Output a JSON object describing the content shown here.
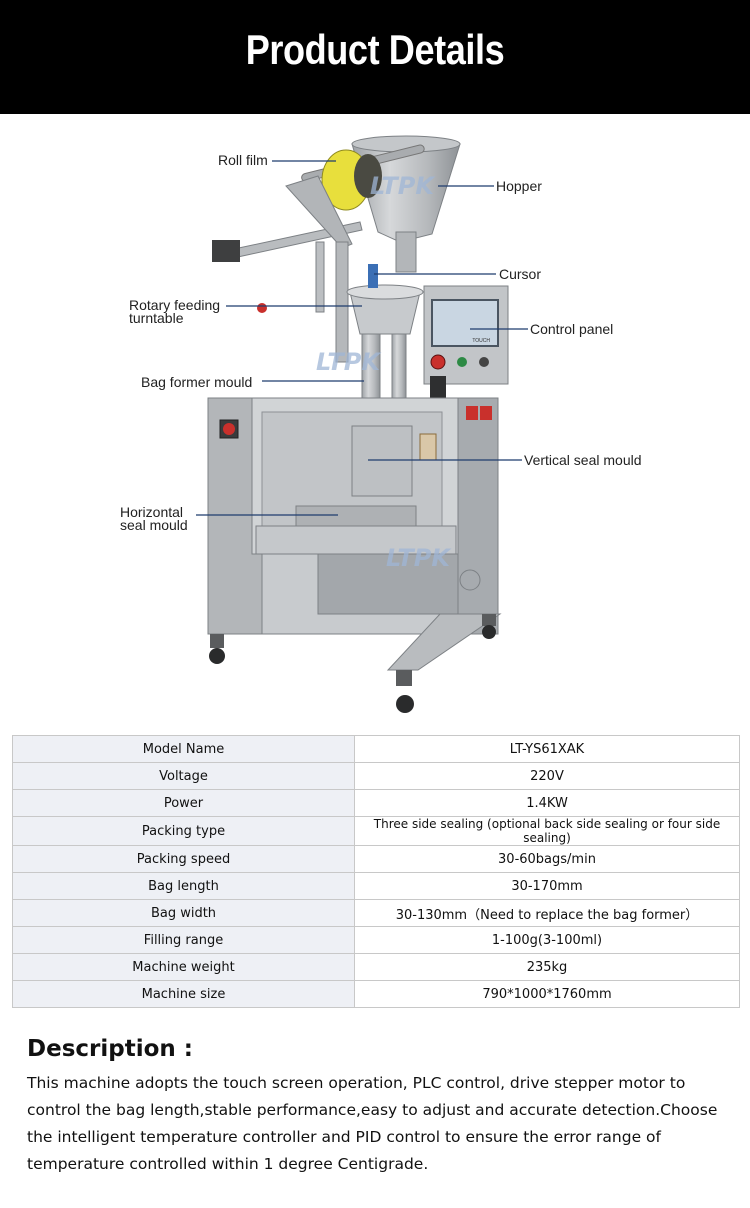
{
  "header": {
    "title": "Product Details"
  },
  "figure": {
    "watermark": "LTPK",
    "panel_screen_text": "TOUCH",
    "labels": {
      "roll_film": "Roll film",
      "hopper": "Hopper",
      "cursor": "Cursor",
      "rotary_1": "Rotary feeding",
      "rotary_2": "turntable",
      "control_panel": "Control panel",
      "bag_former": "Bag former mould",
      "vertical_seal": "Vertical seal mould",
      "horizontal_1": "Horizontal",
      "horizontal_2": "seal mould"
    }
  },
  "specs": {
    "rows": [
      {
        "key": "Model Name",
        "value": "LT-YS61XAK"
      },
      {
        "key": "Voltage",
        "value": "220V"
      },
      {
        "key": "Power",
        "value": "1.4KW"
      },
      {
        "key": "Packing type",
        "value": "Three side sealing (optional back side sealing or four side sealing)"
      },
      {
        "key": "Packing speed",
        "value": "30-60bags/min"
      },
      {
        "key": "Bag length",
        "value": "30-170mm"
      },
      {
        "key": "Bag width",
        "value": "30-130mm（Need to replace the bag former）"
      },
      {
        "key": "Filling range",
        "value": "1-100g(3-100ml)"
      },
      {
        "key": "Machine weight",
        "value": "235kg"
      },
      {
        "key": "Machine size",
        "value": "790*1000*1760mm"
      }
    ]
  },
  "description": {
    "title": "Description :",
    "body": "This machine adopts the touch screen operation, PLC control, drive stepper motor to control the bag length,stable performance,easy to adjust and accurate detection.Choose the intelligent temperature controller and PID control to ensure the error range of temperature controlled within 1 degree Centigrade."
  }
}
